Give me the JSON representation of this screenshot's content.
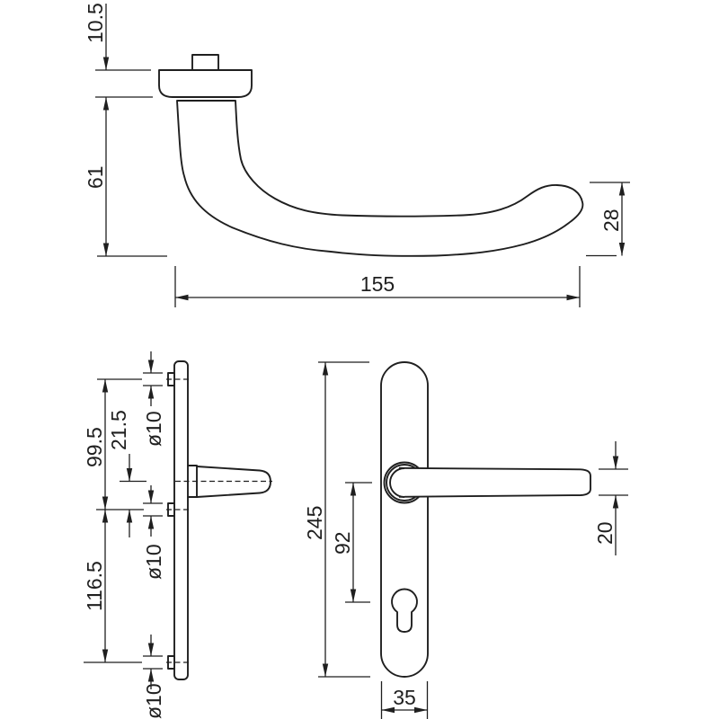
{
  "drawing": {
    "background": "#ffffff",
    "line_color": "#1f1f1f",
    "views": {
      "handle_side": {
        "dims": {
          "rose_thickness": "10.5",
          "height_below_rose": "61",
          "grip_end_height": "28",
          "overall_length": "155"
        }
      },
      "backplate_side": {
        "dims": {
          "top_screw_to_middle_screw": "99.5",
          "handle_center_to_middle_screw": "21.5",
          "middle_screw_to_bottom_screw": "116.5",
          "top_screw_hole_dia": "ø10",
          "middle_screw_hole_dia": "ø10",
          "bottom_screw_hole_dia": "ø10"
        }
      },
      "backplate_front": {
        "dims": {
          "plate_length": "245",
          "handle_to_cylinder_centers": "92",
          "plate_width": "35",
          "lever_thickness": "20"
        }
      }
    }
  }
}
